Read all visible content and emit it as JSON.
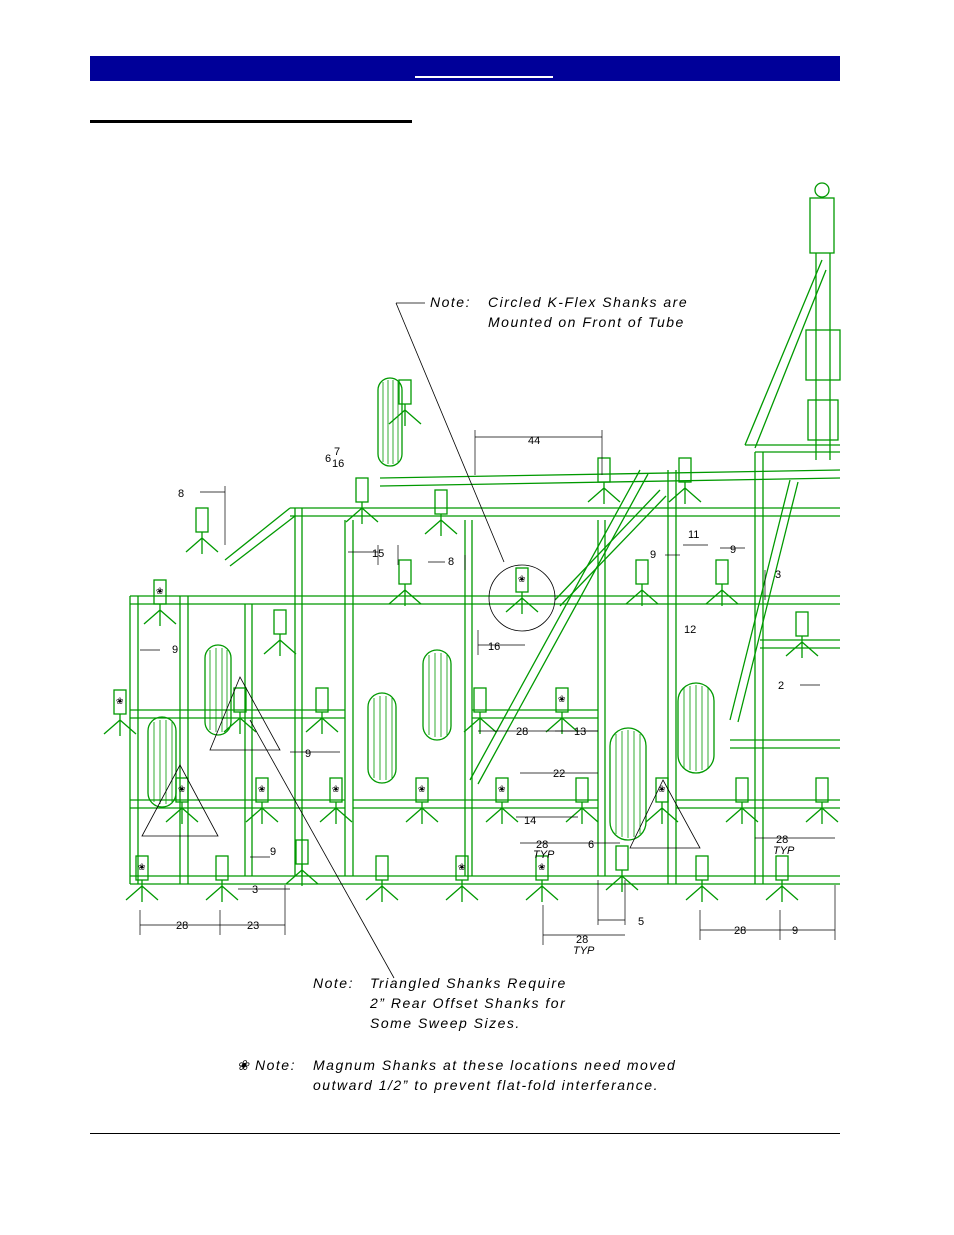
{
  "header": {
    "title": ""
  },
  "section": {
    "heading": ""
  },
  "colors": {
    "header_bar": "#000099",
    "drawing_green": "#009900"
  },
  "notes": {
    "circled": {
      "label": "Note:",
      "line1": "Circled K-Flex Shanks are",
      "line2": "Mounted on Front of Tube"
    },
    "triangled": {
      "label": "Note:",
      "line1": "Triangled Shanks Require",
      "line2": "2” Rear Offset Shanks for",
      "line3": "Some Sweep Sizes."
    },
    "magnum": {
      "symbol": "❀",
      "label": "Note:",
      "line1": "Magnum Shanks at these locations need moved",
      "line2": "outward 1/2” to prevent flat-fold interferance."
    }
  },
  "dimensions": {
    "d44": "44",
    "d6": "6",
    "d8a": "8",
    "d15": "15",
    "d8b": "8",
    "d16": "16",
    "d9a": "9",
    "d12": "12",
    "d3a": "3",
    "d11": "11",
    "d9b": "9",
    "d9c": "9",
    "d9d": "9",
    "d9e": "9",
    "d2": "2",
    "d28a": "28",
    "d13": "13",
    "d22": "22",
    "d14": "14",
    "d28b": "28",
    "d6b": "6",
    "d28c": "28",
    "d3b": "3",
    "d28d": "28",
    "d23": "23",
    "d5": "5",
    "d28e": "28",
    "d28f": "28",
    "d9f": "9",
    "typ": "TYP",
    "half": "1",
    "half_den": "2",
    "frac_num": "7",
    "frac_den": "16"
  }
}
